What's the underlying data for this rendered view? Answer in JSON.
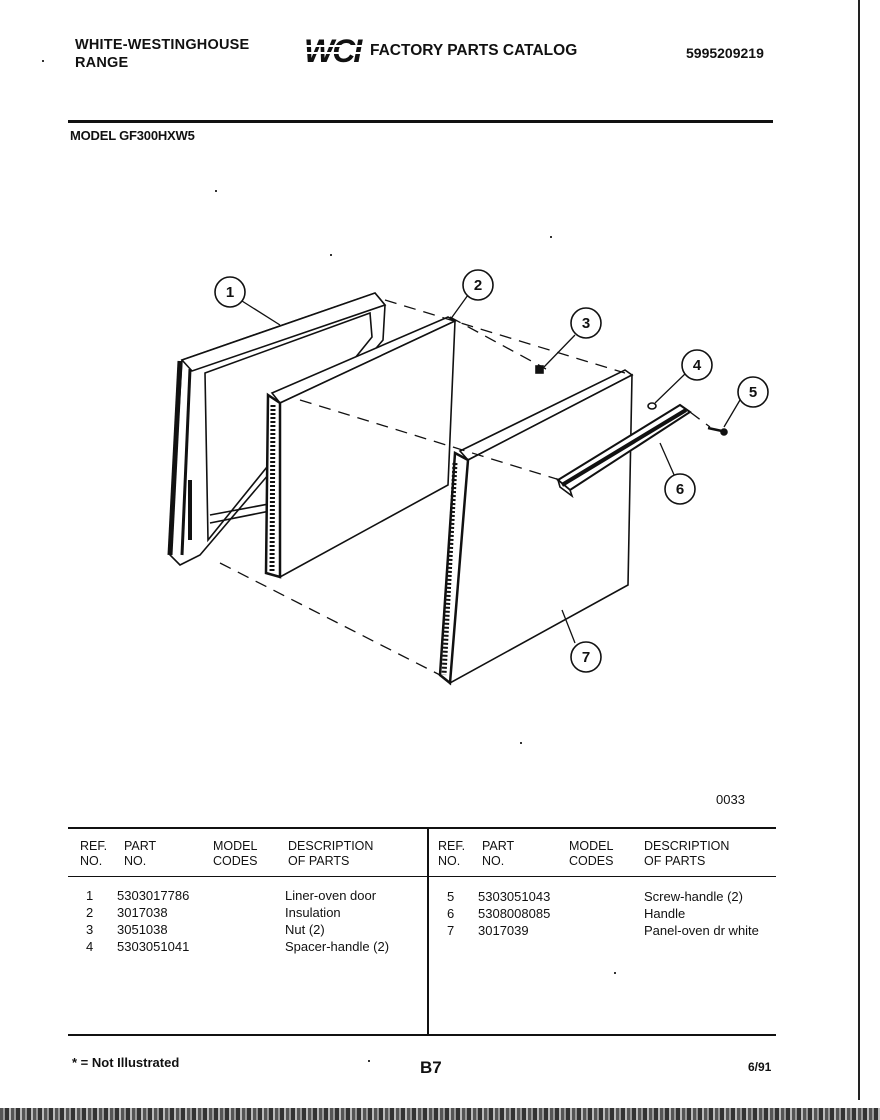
{
  "header": {
    "brand_line1": "WHITE-WESTINGHOUSE",
    "brand_line2": "RANGE",
    "logo_text": "WCI",
    "catalog_title": "FACTORY PARTS CATALOG",
    "doc_number": "5995209219"
  },
  "model": "MODEL GF300HXW5",
  "diagram": {
    "callouts": [
      "1",
      "2",
      "3",
      "4",
      "5",
      "6",
      "7"
    ],
    "figure_code": "0033"
  },
  "table": {
    "headers": {
      "ref_line1": "REF.",
      "ref_line2": "NO.",
      "part_line1": "PART",
      "part_line2": "NO.",
      "model_line1": "MODEL",
      "model_line2": "CODES",
      "desc_line1": "DESCRIPTION",
      "desc_line2": "OF PARTS"
    },
    "left_rows": [
      {
        "ref": "1",
        "part": "5303017786",
        "codes": "",
        "desc": "Liner-oven door"
      },
      {
        "ref": "2",
        "part": "3017038",
        "codes": "",
        "desc": "Insulation"
      },
      {
        "ref": "3",
        "part": "3051038",
        "codes": "",
        "desc": "Nut (2)"
      },
      {
        "ref": "4",
        "part": "5303051041",
        "codes": "",
        "desc": "Spacer-handle (2)"
      }
    ],
    "right_rows": [
      {
        "ref": "5",
        "part": "5303051043",
        "codes": "",
        "desc": "Screw-handle (2)"
      },
      {
        "ref": "6",
        "part": "5308008085",
        "codes": "",
        "desc": "Handle"
      },
      {
        "ref": "7",
        "part": "3017039",
        "codes": "",
        "desc": "Panel-oven dr white"
      }
    ]
  },
  "footer": {
    "note": "* = Not Illustrated",
    "page_id": "B7",
    "date": "6/91"
  }
}
